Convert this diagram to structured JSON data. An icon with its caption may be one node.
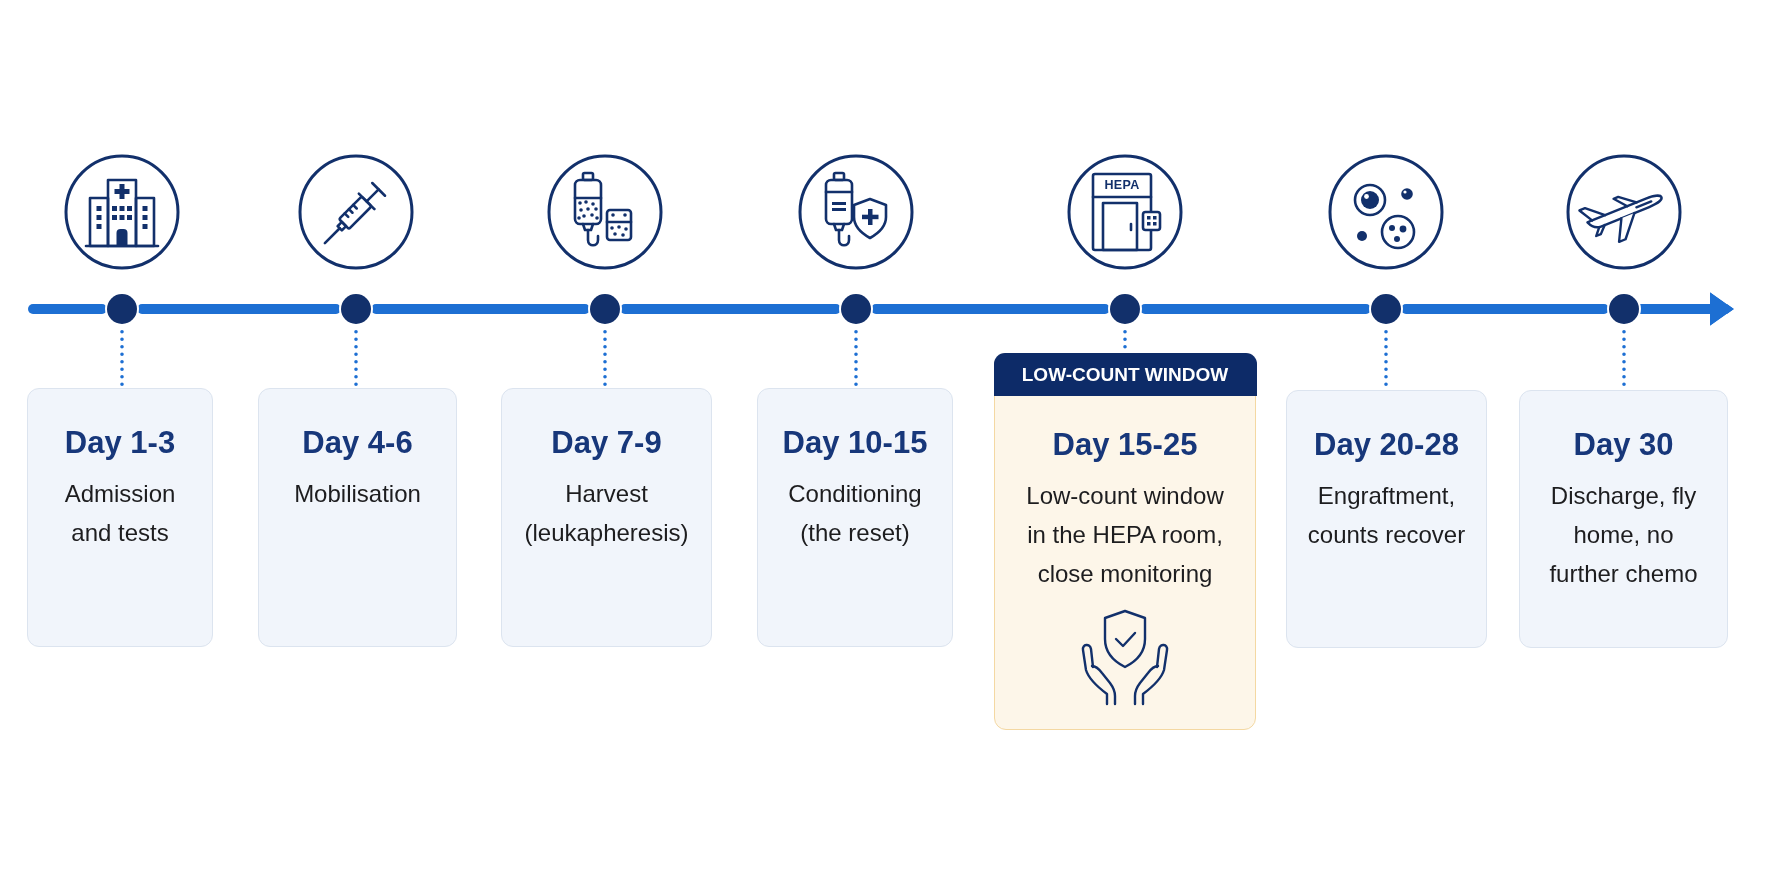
{
  "diagram": {
    "nodes": [
      {
        "text": [],
        "shape": "circle"
      },
      {
        "text": [],
        "shape": "circle"
      },
      {
        "text": [],
        "shape": "circle"
      },
      {
        "text": [],
        "shape": "circle"
      },
      {
        "text": [],
        "shape": "circle"
      },
      {
        "text": [],
        "shape": "circle"
      },
      {
        "text": [],
        "shape": "circle"
      },
      {
        "text": [
          "Day 1-3",
          "Admission and tests"
        ]
      },
      {
        "text": [
          "Day 4-6",
          "Mobilisation"
        ]
      },
      {
        "text": [
          "Day 7-9",
          "Harvest (leukapheresis)"
        ]
      },
      {
        "text": [
          "Day 10-15",
          "Conditioning (the reset)"
        ]
      },
      {
        "text": [
          "LOW-COUNT WINDOW",
          "Day 15-25",
          "Low-count window in the HEPA room, close monitoring"
        ]
      },
      {
        "text": [
          "Day 20-28",
          "Engraftment, counts recover"
        ]
      },
      {
        "text": [
          "Day 30",
          "Discharge, fly home, no further chemo"
        ]
      }
    ],
    "edges": [
      {
        "from": null,
        "to": 0,
        "arrow": "none"
      },
      {
        "from": 0,
        "to": 1,
        "arrow": "none"
      },
      {
        "from": 1,
        "to": 2,
        "arrow": "none"
      },
      {
        "from": 2,
        "to": 3,
        "arrow": "none"
      },
      {
        "from": 3,
        "to": 4,
        "arrow": "none"
      },
      {
        "from": 4,
        "to": 5,
        "arrow": "none"
      },
      {
        "from": 5,
        "to": 6,
        "arrow": "none"
      },
      {
        "from": 6,
        "to": null,
        "arrow": "to"
      },
      {
        "from": 0,
        "to": 7,
        "arrow": "none",
        "style": "dashed"
      },
      {
        "from": 1,
        "to": 8,
        "arrow": "none",
        "style": "dashed"
      },
      {
        "from": 2,
        "to": 9,
        "arrow": "none",
        "style": "dashed"
      },
      {
        "from": 3,
        "to": 10,
        "arrow": "none",
        "style": "dashed"
      },
      {
        "from": 4,
        "to": 11,
        "arrow": "none",
        "style": "dashed"
      },
      {
        "from": 5,
        "to": 12,
        "arrow": "none",
        "style": "dashed"
      },
      {
        "from": 6,
        "to": 13,
        "arrow": "none",
        "style": "dashed"
      }
    ],
    "labels": [
      "HEPA"
    ]
  }
}
